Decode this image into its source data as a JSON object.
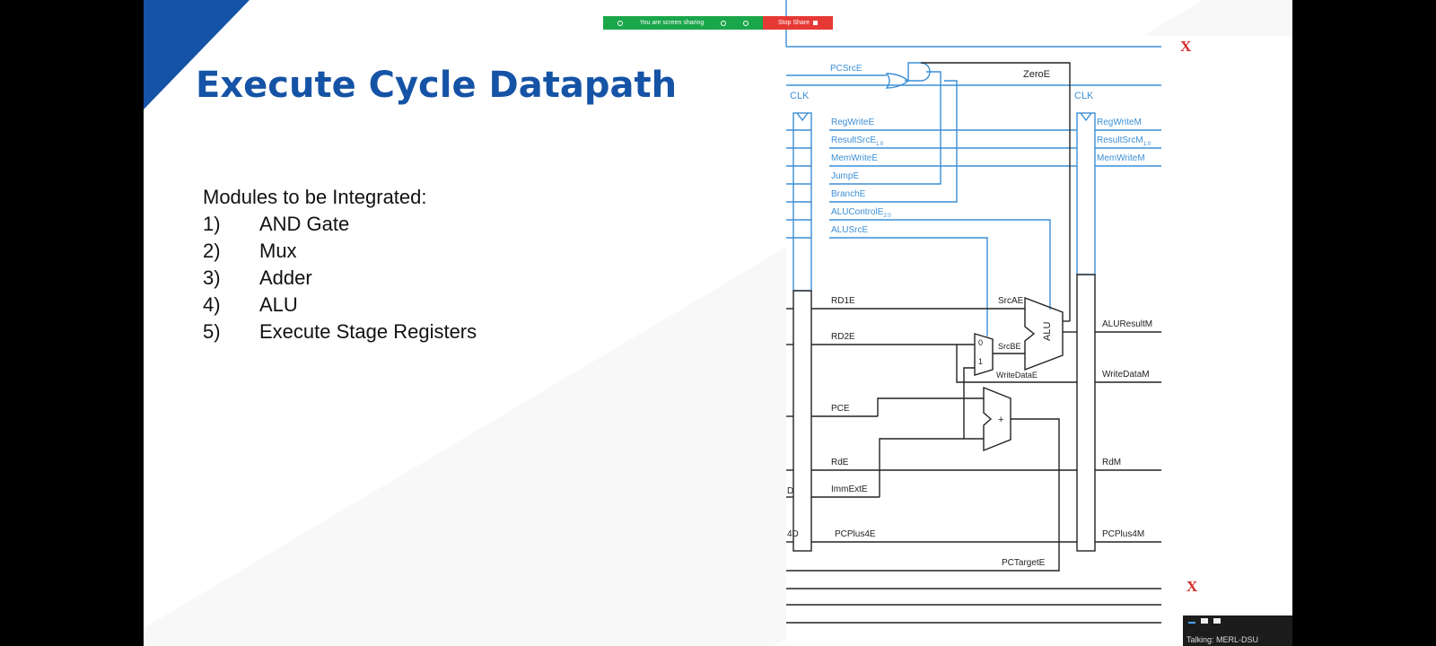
{
  "screen_share": {
    "status_text": "You are screen sharing",
    "stop_label": "Stop Share",
    "colors": {
      "sharing": "#1aa64a",
      "stop": "#e53935"
    }
  },
  "slide": {
    "title": "Execute Cycle Datapath",
    "modules_heading": "Modules to be Integrated:",
    "modules": [
      {
        "num": "1)",
        "text": "AND Gate"
      },
      {
        "num": "2)",
        "text": "Mux"
      },
      {
        "num": "3)",
        "text": "Adder"
      },
      {
        "num": "4)",
        "text": "ALU"
      },
      {
        "num": "5)",
        "text": "Execute Stage Registers"
      }
    ],
    "accent_color": "#1553a6"
  },
  "diagram": {
    "clk_label": "CLK",
    "pcsrc": "PCSrcE",
    "zero": "ZeroE",
    "control_e": [
      "RegWriteE",
      "ResultSrcE",
      "MemWriteE",
      "JumpE",
      "BranchE",
      "ALUControlE",
      "ALUSrcE"
    ],
    "control_e_subscripts": [
      "1:0",
      "2:0"
    ],
    "control_m": [
      "RegWriteM",
      "ResultSrcM",
      "MemWriteM"
    ],
    "control_m_subscript": "1:0",
    "data_e": [
      "RD1E",
      "RD2E",
      "PCE",
      "RdE",
      "ImmExtE",
      "PCPlus4E"
    ],
    "data_m": [
      "ALUResultM",
      "WriteDataM",
      "RdM",
      "PCPlus4M"
    ],
    "srcA": "SrcAE",
    "srcB": "SrcBE",
    "write_data": "WriteDataE",
    "alu": "ALU",
    "adder_sign": "+",
    "mux_in0": "0",
    "mux_in1": "1",
    "pc_target": "PCTargetE",
    "left_cut": [
      "D",
      "4D"
    ],
    "close_mark": "X",
    "colors": {
      "control": "#3b8fd6",
      "data": "#222222"
    }
  },
  "meeting": {
    "talking": "Talking: MERL-DSU"
  }
}
